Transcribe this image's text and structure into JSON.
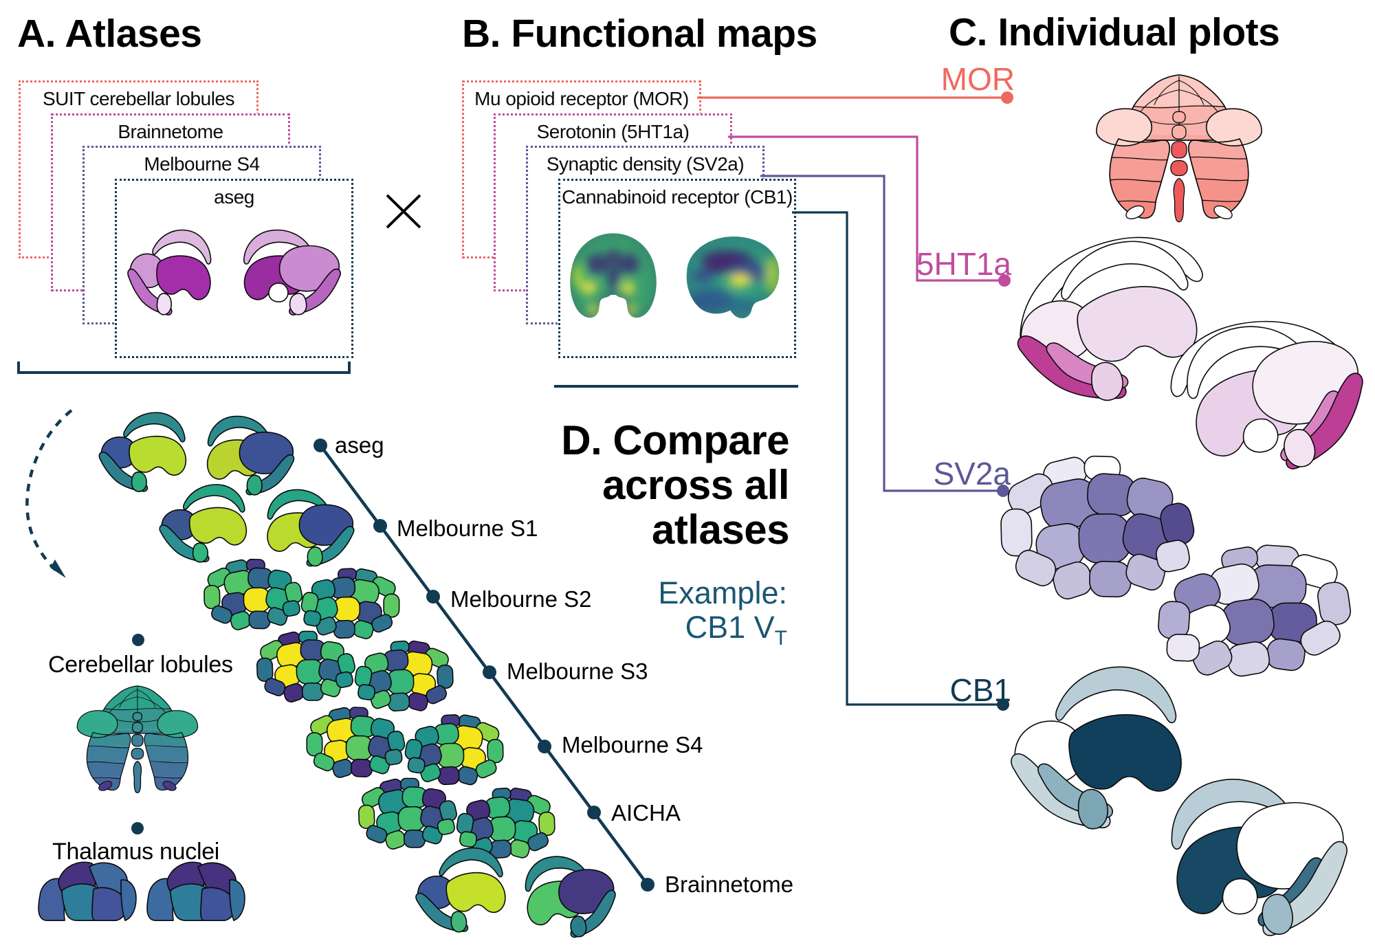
{
  "colors": {
    "salmon": "#f0695e",
    "magenta": "#bf4c9d",
    "violet": "#5d5899",
    "teal": "#123a52",
    "tealText": "#1a5674",
    "black": "#000000",
    "white": "#ffffff"
  },
  "operator": "×",
  "sections": {
    "a": {
      "title": "A. Atlases",
      "boxes": [
        {
          "label": "SUIT cerebellar lobules",
          "color": "salmon"
        },
        {
          "label": "Brainnetome",
          "color": "magenta"
        },
        {
          "label": "Melbourne S4",
          "color": "violet"
        },
        {
          "label": "aseg",
          "color": "teal"
        }
      ]
    },
    "b": {
      "title": "B. Functional maps",
      "boxes": [
        {
          "label": "Mu opioid receptor (MOR)",
          "color": "salmon"
        },
        {
          "label": "Serotonin (5HT1a)",
          "color": "magenta"
        },
        {
          "label": "Synaptic density (SV2a)",
          "color": "violet"
        },
        {
          "label": "Cannabinoid receptor (CB1)",
          "color": "teal"
        }
      ]
    },
    "c": {
      "title": "C. Individual plots",
      "items": [
        {
          "label": "MOR",
          "color": "salmon"
        },
        {
          "label": "5HT1a",
          "color": "magenta"
        },
        {
          "label": "SV2a",
          "color": "violet"
        },
        {
          "label": "CB1",
          "color": "teal"
        }
      ]
    },
    "d": {
      "title_lines": [
        "D. Compare",
        "across all",
        "atlases"
      ],
      "example_label": "Example:",
      "example_value": "CB1 V",
      "example_sub": "T",
      "atlases": [
        "aseg",
        "Melbourne S1",
        "Melbourne S2",
        "Melbourne S3",
        "Melbourne S4",
        "AICHA",
        "Brainnetome"
      ]
    },
    "left_labels": {
      "cerebellar": "Cerebellar lobules",
      "thalamus": "Thalamus nuclei"
    }
  },
  "fig_palettes": {
    "asegL": {
      "f0": "#ddb9e0",
      "f1": "#cf99d6",
      "f2": "#a42ea9",
      "f3": "#bf70c7",
      "f4": "#f2e0f4",
      "d5": "none",
      "d6": "none",
      "d7": "none",
      "d8": "none"
    },
    "asegR": {
      "f0": "#d9aedd",
      "f1": "#ca8bd1",
      "f2": "#9a2da0",
      "f3": "#b765c0",
      "f4": "#efdbf1",
      "f7": "#ffffff",
      "d5": "none",
      "d6": "none",
      "d8": "none"
    },
    "htL": {
      "f6": "#ffffff",
      "f0": "#ffffff",
      "f1": "#f6e9f4",
      "f2": "#eedcee",
      "f3": "#bc3e95",
      "f8": "#d985c4",
      "f4": "#e9cfe7",
      "d5": "none",
      "d7": "none"
    },
    "htR": {
      "f6": "#ffffff",
      "f0": "#ffffff",
      "f1": "#f8eef6",
      "f2": "#e9d2e9",
      "f3": "#bc3e95",
      "f8": "#d985c4",
      "f4": "#f3e3f1",
      "f7": "#ffffff",
      "d5": "none"
    },
    "cbL": {
      "f0": "#b9cdd6",
      "f1": "#ffffff",
      "f2": "#11405d",
      "f3": "#c7d6db",
      "f8": "#8fb2c0",
      "f4": "#7da6b5",
      "d5": "none",
      "d6": "none",
      "d7": "none"
    },
    "cbR": {
      "f0": "#b9cdd6",
      "f1": "#ffffff",
      "f2": "#174864",
      "f3": "#c7d6db",
      "f8": "#3c6e86",
      "f4": "#9dbcc7",
      "f7": "#ffffff",
      "d5": "none",
      "d6": "none"
    },
    "v1L": {
      "f0": "#2d8b8e",
      "f1": "#3c569b",
      "f2": "#b9dc31",
      "f3": "#2e7f8e",
      "f4": "#2fae7f",
      "d5": "none",
      "d6": "none",
      "d7": "none",
      "d8": "none"
    },
    "v1R": {
      "f0": "#2d8b8e",
      "f1": "#3d5295",
      "f2": "#bad32f",
      "f3": "#2e7f8e",
      "f4": "#2aa97f",
      "d5": "none",
      "d6": "none",
      "d7": "none",
      "d8": "none"
    },
    "v2L": {
      "f0": "#27a385",
      "f1": "#39568f",
      "f2": "#bada2e",
      "f3": "#2b8f91",
      "f4": "#32b57e",
      "d5": "none",
      "d6": "none",
      "d7": "none",
      "d8": "none"
    },
    "v2R": {
      "f0": "#27a385",
      "f1": "#3a4f93",
      "f2": "#bada2e",
      "f3": "#2b8f91",
      "f4": "#45c16b",
      "d5": "none",
      "d6": "none",
      "d7": "none",
      "d8": "none"
    },
    "v7L": {
      "f0": "#2e8b8e",
      "f1": "#3c5898",
      "f2": "#c4e02a",
      "f3": "#2f8390",
      "f4": "#41b87a",
      "d5": "none",
      "d6": "none",
      "d7": "none",
      "d8": "none"
    },
    "v7R": {
      "f0": "#2e8b8e",
      "f1": "#453a82",
      "f2": "#52c569",
      "f3": "#2f8390",
      "f4": "#2b7f8c",
      "d5": "none",
      "d6": "none",
      "d7": "none",
      "d8": "none"
    },
    "sv2a1": [
      "#eceaf5",
      "#ffffff",
      "#dcd9ea",
      "#8d87bb",
      "#7a73ae",
      "#9a94c4",
      "#e4e2f0",
      "#b3aed3",
      "#7d76b0",
      "#655c9d",
      "#554c90",
      "#c5c1dc",
      "#a6a1cb",
      "#bfbbd9",
      "#dedbec",
      "#d3d0e5"
    ],
    "sv2a2": [
      "#d3d0e5",
      "#b9b4d5",
      "#ffffff",
      "#9a94c4",
      "#eceaf5",
      "#8d87bb",
      "#cac6e0",
      "#655c9d",
      "#7a73ae",
      "#ffffff",
      "#b3aed3",
      "#a6a1cb",
      "#d8d5e8",
      "#c5c1dc",
      "#ece9f4",
      "#dcd9ea"
    ],
    "pS2": [
      "#2e8b8d",
      "#453c85",
      "#4ac16d",
      "#52c569",
      "#31688e",
      "#21918c",
      "#5ec962",
      "#3b528b",
      "#f4e51d",
      "#28ae80",
      "#44bf70",
      "#35b779",
      "#31688e",
      "#2e8b8d",
      "#21918c",
      "#2c728e"
    ],
    "pS3": [
      "#472f7d",
      "#21918c",
      "#5ec962",
      "#f4e51d",
      "#3b528b",
      "#44bf70",
      "#2c728e",
      "#f4e51d",
      "#35b779",
      "#31688e",
      "#28ae80",
      "#472f7d",
      "#2e8b8d",
      "#4ac16d",
      "#21918c",
      "#3b528b"
    ],
    "pS4": [
      "#2c728e",
      "#453c85",
      "#8fd744",
      "#f4e51d",
      "#35b779",
      "#21918c",
      "#44bf70",
      "#f4e51d",
      "#5ec962",
      "#3b528b",
      "#21918c",
      "#31688e",
      "#472f7d",
      "#28ae80",
      "#2e8b8d",
      "#44bf70"
    ],
    "pAicha": [
      "#453c85",
      "#2c728e",
      "#4ac16d",
      "#21918c",
      "#35b779",
      "#472f7d",
      "#8fd744",
      "#28ae80",
      "#42be71",
      "#3b528b",
      "#2e8b8d",
      "#5ec962",
      "#31688e",
      "#21918c",
      "#44bf70",
      "#2c728e"
    ],
    "cerebMor": {
      "b0": "#fbc9c2",
      "b1": "#f8b4ad",
      "b2": "#f7a8a0",
      "b3": "#f69d95",
      "b4": "#f5928a",
      "b5": "#f4897f",
      "wing": "#fdd8d2",
      "vtop": "#f8b0a9",
      "vred": "#ee5a5c",
      "floc": "#ffffff"
    },
    "cerebGreen": {
      "b0": "#2da38c",
      "b1": "#379790",
      "b2": "#3b8c97",
      "b3": "#3f7f9c",
      "b4": "#43729c",
      "b5": "#45699a",
      "wing": "#34ab8e",
      "vtop": "#3a9193",
      "vred": "#3f7f9c",
      "floc": "#4b3a87"
    },
    "thal": [
      "#45609f",
      "#46327e",
      "#3f6ba1",
      "#2e7e9b",
      "#44549a",
      "#3d6aa0",
      "#3d6aa0",
      "#46327e",
      "#2e7e9b",
      "#40549a",
      "#35739c"
    ],
    "pet": {
      "baseC": "#3aa06e",
      "baseS": "#2f9a80",
      "dark": "#3a3a74",
      "deep": "#422c6e",
      "navy": "#33518b",
      "yellow": "#efe63c",
      "lime": "#a8d93c",
      "rim": "#2b6f8e",
      "cblue": "#2f5e8d"
    }
  }
}
